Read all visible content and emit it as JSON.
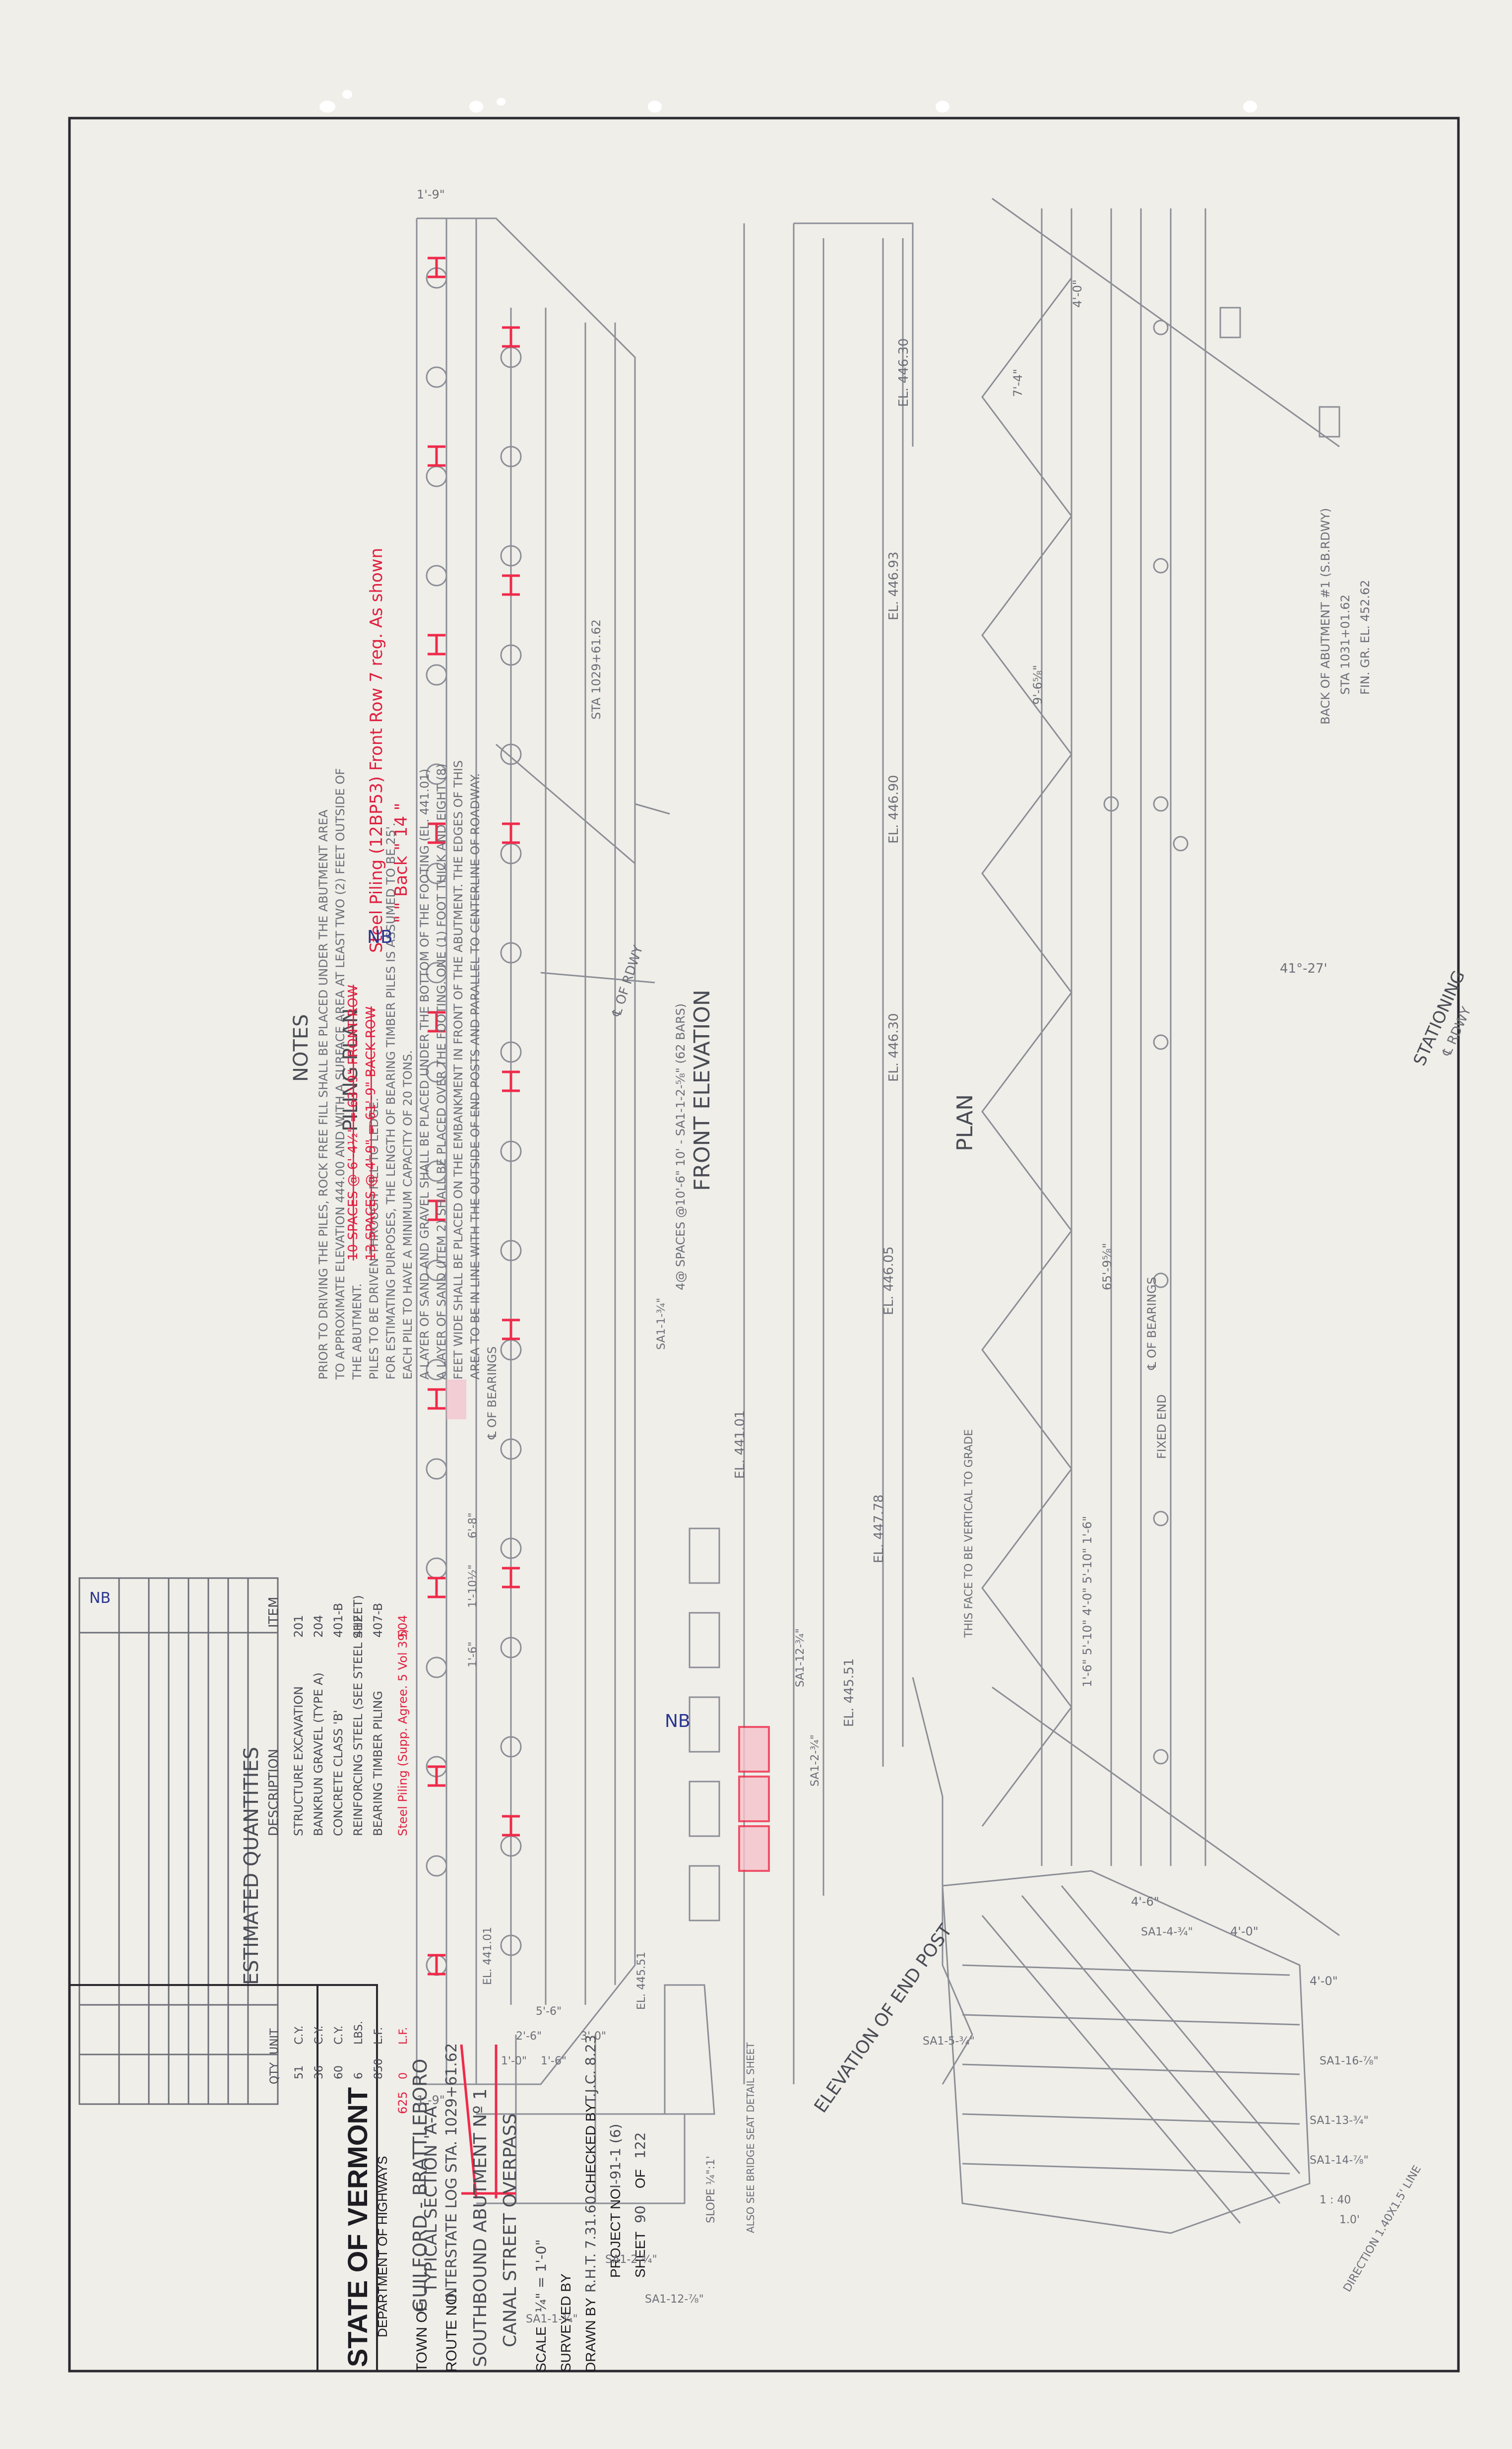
{
  "title_block": {
    "state": "STATE OF VERMONT",
    "department": "DEPARTMENT OF HIGHWAYS",
    "town_label": "TOWN OF",
    "town_value": "GUILFORD - BRATTLEBORO",
    "route_label": "ROUTE NO.",
    "route_value": "INTERSTATE LOG STA. 1029+61.62",
    "structure_line1": "SOUTHBOUND ABUTMENT Nº 1",
    "structure_line2": "CANAL STREET OVERPASS",
    "scale_label": "SCALE",
    "scale_value": "¼\" = 1'-0\"",
    "surveyed_label": "SURVEYED BY",
    "drawn_label": "DRAWN BY",
    "drawn_value": "R.H.T. 7.31.60",
    "checked_label": "CHECKED BY",
    "checked_value": "T.J.C. 8.23",
    "project_label": "PROJECT NO.",
    "project_value": "I-91-1 (6)",
    "sheet_label": "SHEET",
    "sheet_value": "90",
    "of_label": "OF",
    "of_value": "122"
  },
  "views": {
    "plan": "PLAN",
    "front_elevation": "FRONT ELEVATION",
    "piling_plan": "PILING PLAN",
    "elevation_end_post": "ELEVATION OF END POST",
    "typical_section": "TYPICAL SECTION 'A-A'",
    "stationing": "STATIONING",
    "stationing_sub": "℄ RDWY"
  },
  "plan_labels": {
    "back_abutment": "BACK OF ABUTMENT #1 (S.B.RDWY)",
    "sta": "STA 1031+01.62",
    "fin_gr": "FIN. GR. EL. 452.62",
    "bearings": "℄ OF BEARINGS",
    "fixed_end": "FIXED END",
    "angle": "41°-27'",
    "dim_a": "9'-6⅝\"",
    "dim_b": "65'-9⅝\"",
    "dim_c": "7'-4\"",
    "dim_d": "4'-0\"",
    "bottom_dims": "1'-6\" 5'-10\" 4'-0\" 5'-10\" 1'-6\"",
    "this_face_note": "THIS FACE TO BE VERTICAL TO GRADE"
  },
  "front_elevation_labels": {
    "el_1": "EL. 446.30",
    "el_2": "EL. 446.93",
    "el_3": "EL. 446.90",
    "el_4": "EL. 446.30",
    "el_5": "EL. 446.05",
    "el_6": "EL. 447.78",
    "el_7": "EL. 441.01",
    "el_8": "EL. 445.51",
    "spaces": "4@ SPACES @10'-6\" 10' - SA1-1-2-⅝\" (62 BARS)",
    "bar_a": "SA1-1-¾\"",
    "bar_b": "SA1-12-¾\"",
    "bar_c": "SA1-2-¾\""
  },
  "piling_labels": {
    "sta_line": "STA 1029+61.62",
    "rdwy": "℄ OF RDWY",
    "bearings": "℄ OF BEARINGS",
    "dim_top": "1'-9\"",
    "dim_bottom": "1'-9\"",
    "dim_mid": "6'-8\"",
    "dim_mid2": "1'-10½\"",
    "dim_mid3": "1'-6\""
  },
  "red_notes": {
    "piling_revision_1": "Steel Piling (12BP53) Front Row 7 reg. As shown",
    "piling_revision_2": "\" \" Back \" 14 \"",
    "struck_1": "10 SPACES @ 6'-4½\" = 63'-9\" FRONT ROW",
    "struck_2": "13 SPACES @ 4'-9\" = 61'-9\" BACK ROW",
    "rev_mark": "NB"
  },
  "notes": {
    "heading": "NOTES",
    "line1": "PRIOR TO DRIVING THE PILES, ROCK FREE FILL SHALL BE PLACED UNDER THE ABUTMENT AREA",
    "line2": "TO APPROXIMATE ELEVATION 444.00 AND WITH A SURFACE AREA AT LEAST TWO (2) FEET OUTSIDE OF",
    "line3": "THE ABUTMENT.",
    "line4": "PILES TO BE DRIVEN THROUGH FILL TO LEDGE.",
    "line5": "FOR ESTIMATING PURPOSES, THE LENGTH OF BEARING TIMBER PILES IS ASSUMED TO BE 25'.",
    "line6": "EACH PILE TO HAVE A MINIMUM CAPACITY OF 20 TONS.",
    "line7": "A LAYER OF SAND AND GRAVEL SHALL BE PLACED UNDER THE BOTTOM OF THE FOOTING (EL. 441.01)",
    "line8": "A LAYER OF SAND (ITEM 2) SHALL BE PLACED OVER THE FOOTING. ONE (1) FOOT THICK AND EIGHT (8)",
    "line9": "FEET WIDE SHALL BE PLACED ON THE EMBANKMENT IN FRONT OF THE ABUTMENT. THE EDGES OF THIS",
    "line10": "AREA TO BE IN LINE WITH THE OUTSIDE OF END POSTS AND PARALLEL TO CENTERLINE OF ROADWAY."
  },
  "quantities": {
    "heading": "ESTIMATED QUANTITIES",
    "col_item": "ITEM",
    "col_desc": "DESCRIPTION",
    "col_unit": "UNIT",
    "col_qty": "QTY",
    "rows": [
      {
        "item": "201",
        "desc": "STRUCTURE EXCAVATION",
        "unit": "C.Y.",
        "qty": "51"
      },
      {
        "item": "204",
        "desc": "BANKRUN GRAVEL (TYPE A)",
        "unit": "C.Y.",
        "qty": "36"
      },
      {
        "item": "401-B",
        "desc": "CONCRETE CLASS 'B'",
        "unit": "C.Y.",
        "qty": "60"
      },
      {
        "item": "412",
        "desc": "REINFORCING STEEL (SEE STEEL SHEET)",
        "unit": "LBS.",
        "qty": "6"
      },
      {
        "item": "407-B",
        "desc": "BEARING TIMBER PILING",
        "unit": "L.F.",
        "qty": "850"
      },
      {
        "item": "504",
        "desc": "Steel Piling (Supp. Agree. 5 Vol 39)",
        "unit": "L.F.",
        "qty": "0"
      }
    ],
    "red_qty": "625"
  },
  "end_post_labels": {
    "dim_1": "4'-6\"",
    "dim_2": "4'-0\"",
    "dim_3": "4'-0\"",
    "bar_1": "SA1-4-¾\"",
    "bar_2": "SA1-5-¾\"",
    "bar_3": "SA1-16-⅞\"",
    "bar_4": "SA1-13-¾\"",
    "bar_5": "SA1-14-⅞\"",
    "slope": "SLOPE ¼\":1'",
    "guide_note": "ALSO SEE BRIDGE SEAT DETAIL SHEET",
    "parallel": "1.0'",
    "direction": "DIRECTION 1.40X1.5' LINE",
    "slope_1": "1 : 40"
  },
  "section_labels": {
    "el_top": "EL. 445.51",
    "el_a": "EL. 441.01",
    "d1": "5'-6\"",
    "d2": "2'-6\"",
    "d3": "3'-0\"",
    "d4": "1'-0\"",
    "d5": "1'-6\"",
    "d6": "SA1-2-¾\"",
    "d7": "SA1-12-⅞\"",
    "d8": "SA1-1-¾\""
  }
}
